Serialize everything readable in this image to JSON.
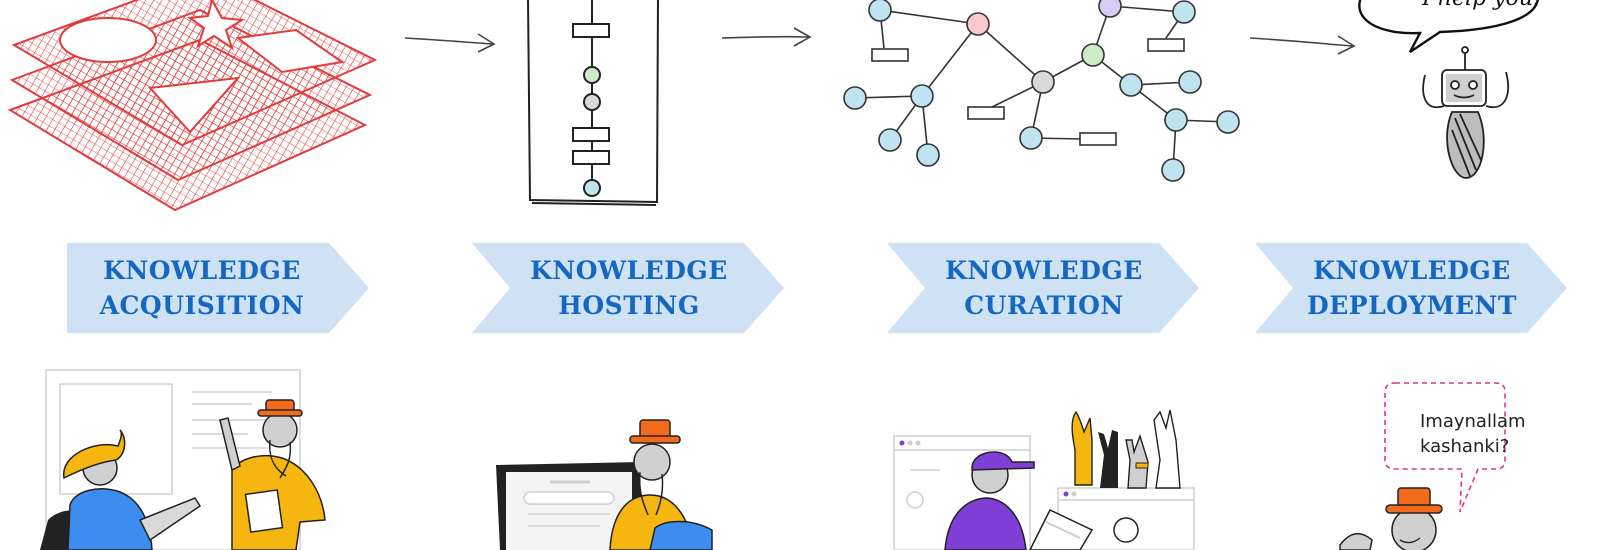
{
  "colors": {
    "stage_fill": "#cfe2f3",
    "stage_text": "#1467c2",
    "sketch_red": "#e03c3c",
    "node_blue": "#bfe3ef",
    "node_green": "#cdebc6",
    "node_grey": "#d9d9d9",
    "node_pink": "#f6c9cf",
    "node_purple": "#d7cdf2",
    "accent_orange": "#f26a1b",
    "accent_yellow": "#f5b60f",
    "accent_purple": "#7f3fd6",
    "accent_blue": "#3d8cf0",
    "bubble_border": "#e0338f"
  },
  "stages": [
    {
      "line1": "KNOWLEDGE",
      "line2": "ACQUISITION"
    },
    {
      "line1": "KNOWLEDGE",
      "line2": "HOSTING"
    },
    {
      "line1": "KNOWLEDGE",
      "line2": "CURATION"
    },
    {
      "line1": "KNOWLEDGE",
      "line2": "DEPLOYMENT"
    }
  ],
  "top_speech": "I help you!",
  "bottom_speech": {
    "line1": "Imaynallam",
    "line2": "kashanki?"
  },
  "icons": [
    "layered-shapes-sketch-icon",
    "vertical-flowchart-icon",
    "knowledge-graph-icon",
    "robot-icon",
    "people-meeting-illustration",
    "person-at-computer-illustration",
    "raised-hands-illustration",
    "person-speech-illustration"
  ]
}
